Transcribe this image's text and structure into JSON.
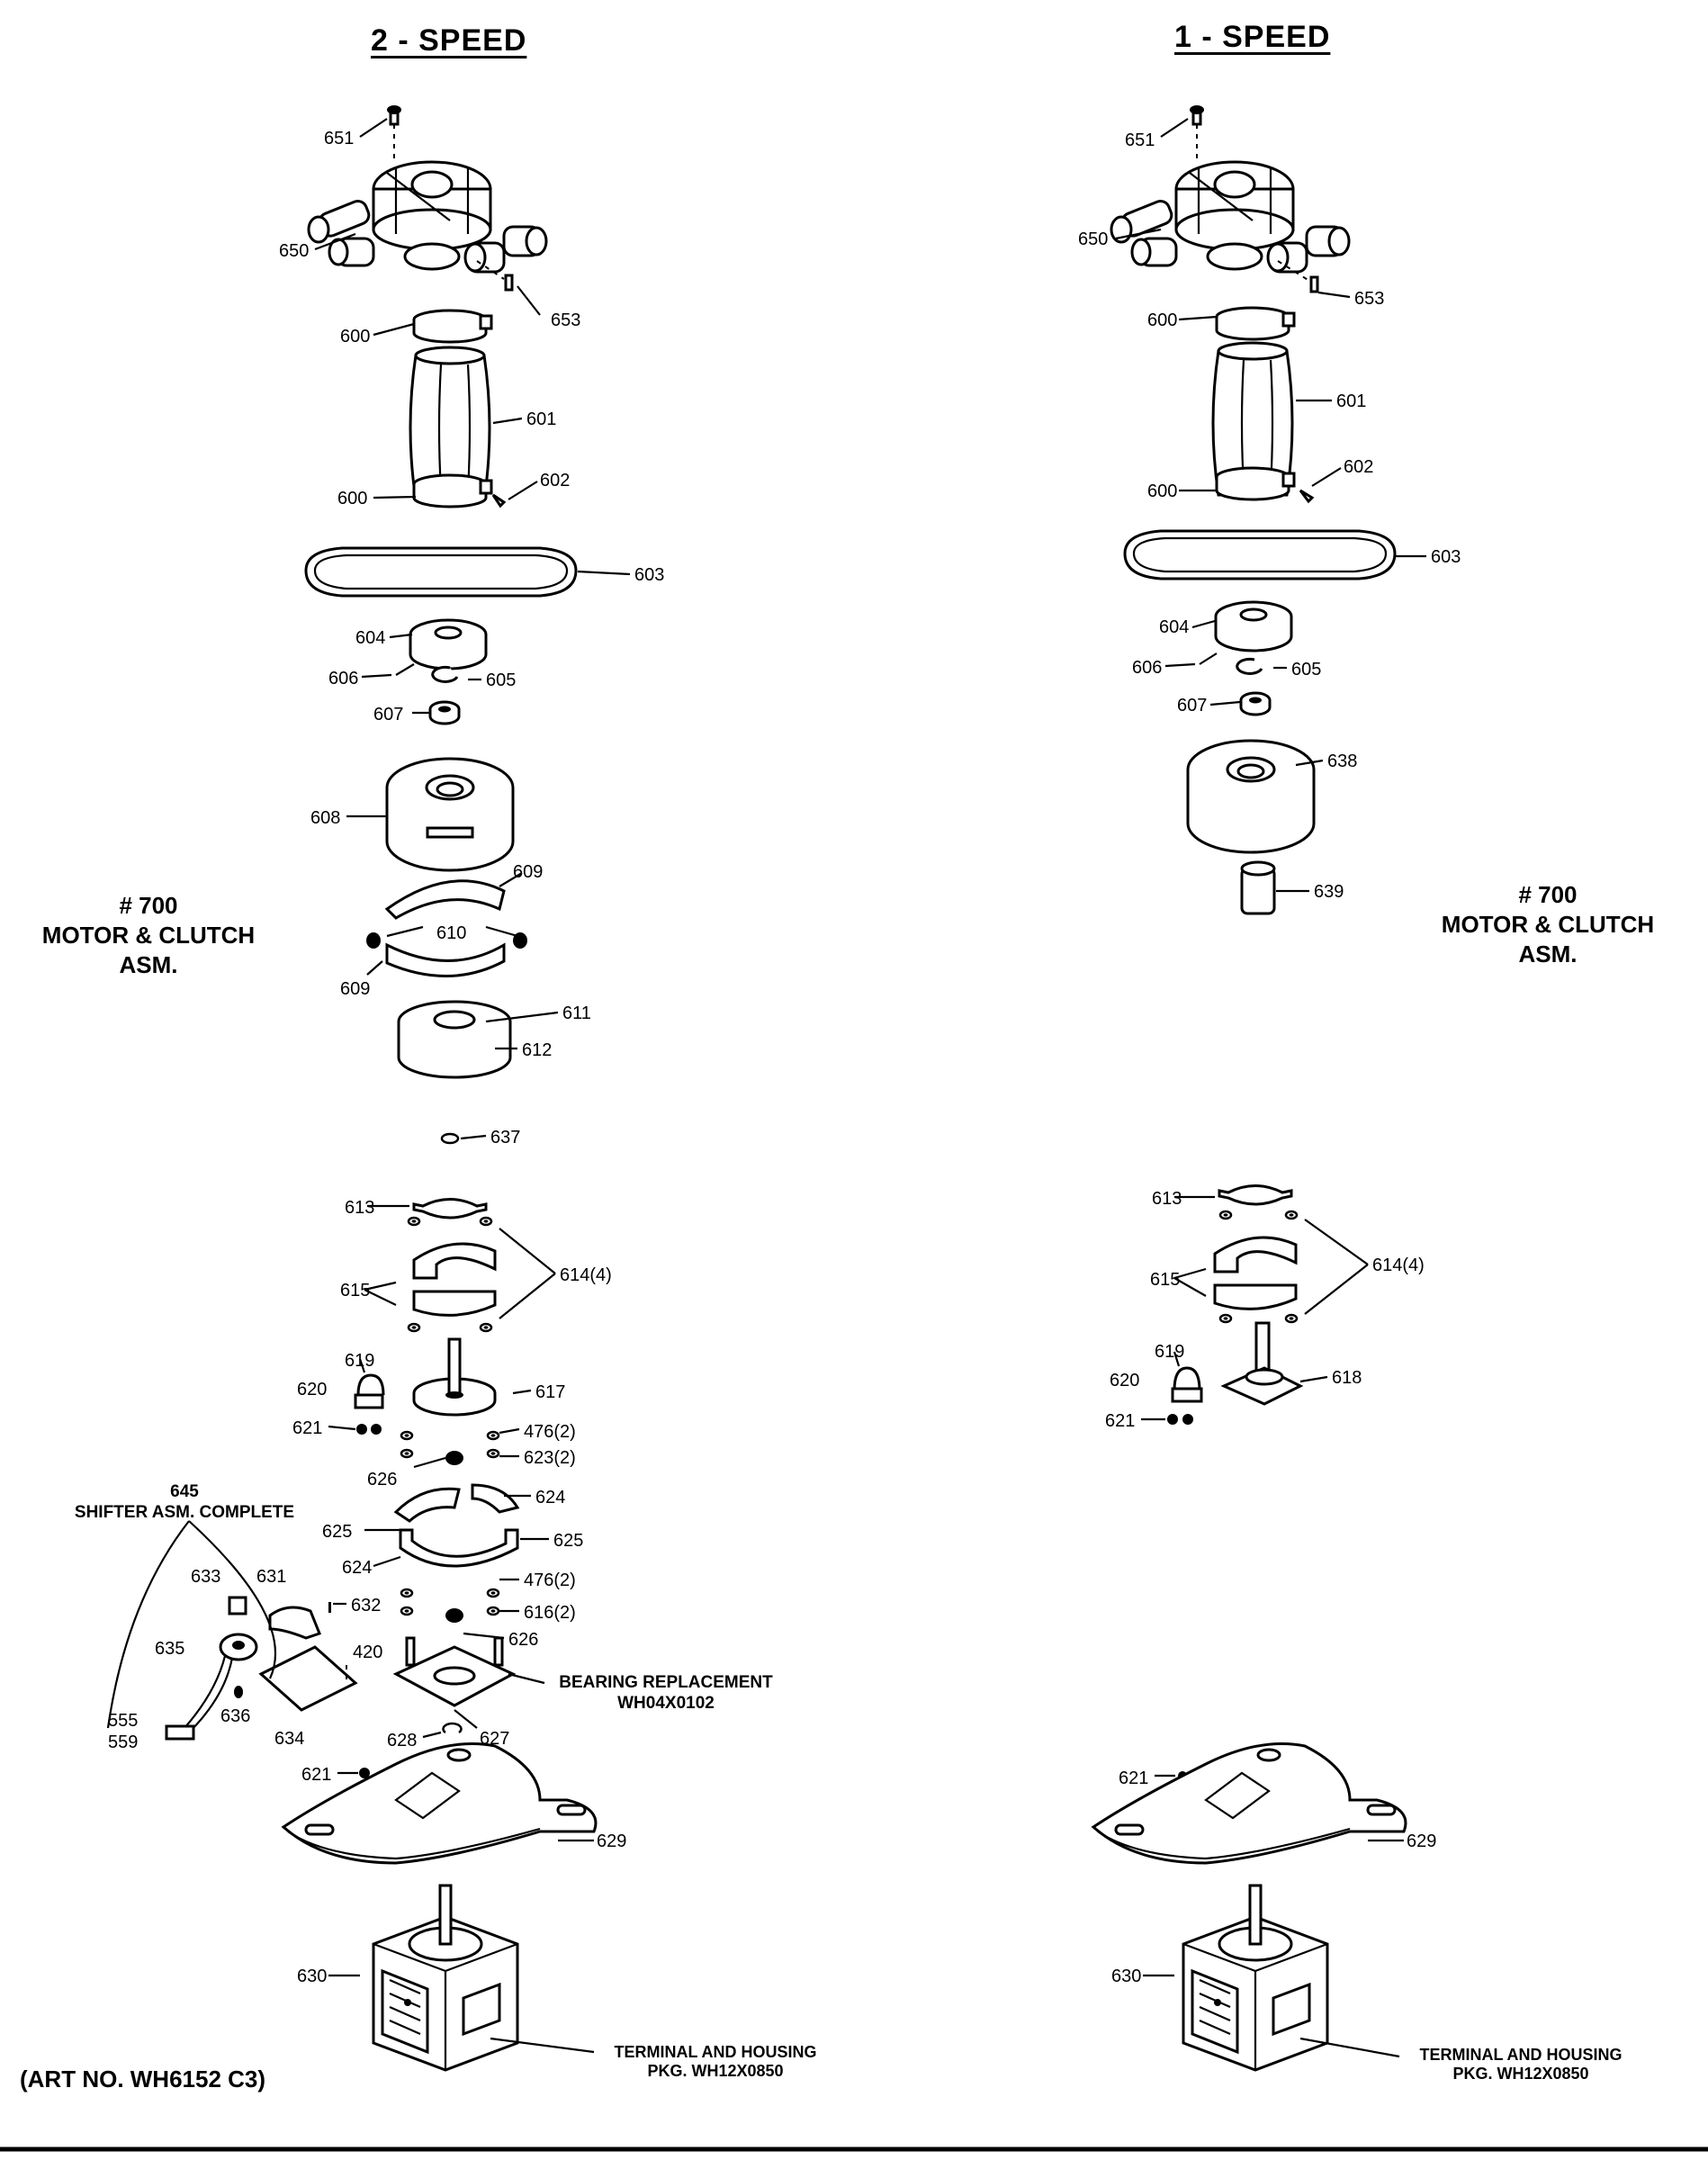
{
  "headings": {
    "left": "2 - SPEED",
    "right": "1 - SPEED"
  },
  "assembly_left": {
    "line1": "# 700",
    "line2": "MOTOR & CLUTCH",
    "line3": "ASM."
  },
  "assembly_right": {
    "line1": "# 700",
    "line2": "MOTOR & CLUTCH",
    "line3": "ASM."
  },
  "shifter": {
    "number": "645",
    "title": "SHIFTER ASM. COMPLETE"
  },
  "bearing": {
    "line1": "BEARING REPLACEMENT",
    "line2": "WH04X0102"
  },
  "terminal_left": {
    "line1": "TERMINAL AND HOUSING",
    "line2": "PKG. WH12X0850"
  },
  "terminal_right": {
    "line1": "TERMINAL AND HOUSING",
    "line2": "PKG. WH12X0850"
  },
  "art_number": "(ART NO. WH6152 C3)",
  "callouts_left": {
    "c651": "651",
    "c650": "650",
    "c653": "653",
    "c600a": "600",
    "c601": "601",
    "c600b": "600",
    "c602": "602",
    "c603": "603",
    "c604": "604",
    "c606": "606",
    "c605": "605",
    "c607": "607",
    "c608": "608",
    "c609a": "609",
    "c610": "610",
    "c609b": "609",
    "c611": "611",
    "c612": "612",
    "c637": "637",
    "c613": "613",
    "c615": "615",
    "c614": "614(4)",
    "c619": "619",
    "c620": "620",
    "c617": "617",
    "c621a": "621",
    "c476a": "476(2)",
    "c623": "623(2)",
    "c626a": "626",
    "c624a": "624",
    "c625a": "625",
    "c625b": "625",
    "c624b": "624",
    "c476b": "476(2)",
    "c632": "632",
    "c616": "616(2)",
    "c626b": "626",
    "c633": "633",
    "c631": "631",
    "c635": "635",
    "c420": "420",
    "c636": "636",
    "c634": "634",
    "c555": "555",
    "c559": "559",
    "c628": "628",
    "c627": "627",
    "c621b": "621",
    "c629": "629",
    "c630": "630"
  },
  "callouts_right": {
    "c651": "651",
    "c650": "650",
    "c653": "653",
    "c600a": "600",
    "c601": "601",
    "c600b": "600",
    "c602": "602",
    "c603": "603",
    "c604": "604",
    "c606": "606",
    "c605": "605",
    "c607": "607",
    "c638": "638",
    "c639": "639",
    "c613": "613",
    "c615": "615",
    "c614": "614(4)",
    "c619": "619",
    "c620": "620",
    "c618": "618",
    "c621a": "621",
    "c621b": "621",
    "c629": "629",
    "c630": "630"
  }
}
